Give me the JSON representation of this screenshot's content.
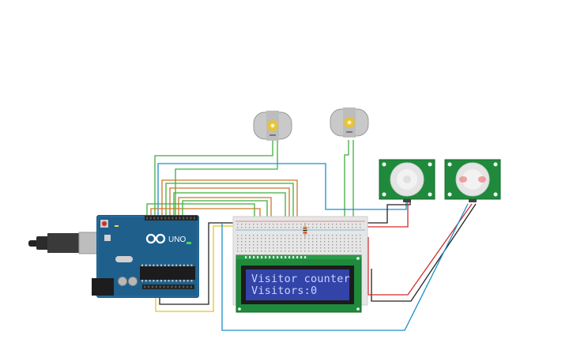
{
  "lcd": {
    "line1": "Visitor counter",
    "line2": "Visitors:0"
  },
  "arduino": {
    "model_label": "UNO"
  },
  "components": {
    "motor_left": "dc-motor",
    "motor_right": "dc-motor",
    "pir_left": "pir-sensor",
    "pir_right": "pir-sensor"
  },
  "colors": {
    "wire_green": "#3fae3f",
    "wire_blue": "#1a8fc9",
    "wire_orange": "#c87a2a",
    "wire_red": "#d62a2a",
    "wire_black": "#222222",
    "wire_yellow": "#e8c321",
    "arduino_blue": "#1f5f8c",
    "pcb_green": "#1f8a3c",
    "lcd_screen": "#3344a8"
  }
}
